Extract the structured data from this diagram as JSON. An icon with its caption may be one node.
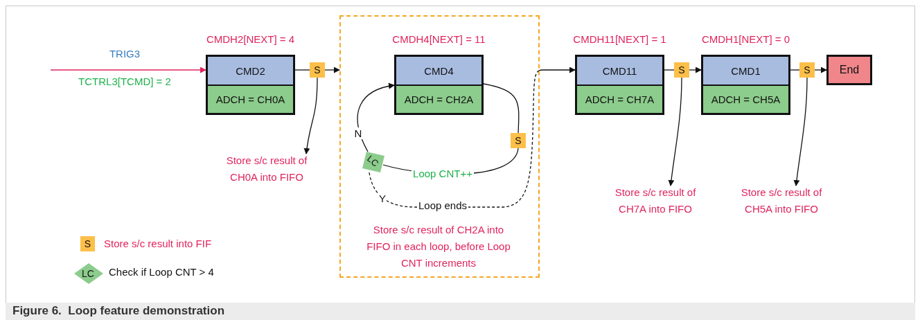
{
  "diagram": {
    "caption": "Figure 6.  Loop feature demonstration",
    "nodes": [
      {
        "text": [
          "CMD2",
          "ADCH = CH0A"
        ],
        "beside": [
          "CMDH2[NEXT] = 4"
        ]
      },
      {
        "text": [
          "S"
        ]
      },
      {
        "text": [],
        "shape": "box"
      },
      {
        "text": [
          "CMD4",
          "ADCH = CH2A"
        ],
        "beside": [
          "CMDH4[NEXT] = 11"
        ],
        "in": 2
      },
      {
        "text": [
          "S"
        ],
        "in": 2
      },
      {
        "text": [
          "LC"
        ],
        "in": 2
      },
      {
        "text": [
          "CMD11",
          "ADCH = CH7A"
        ],
        "beside": [
          "CMDH11[NEXT] = 1"
        ]
      },
      {
        "text": [
          "S"
        ]
      },
      {
        "text": [
          "CMD1",
          "ADCH = CH5A"
        ],
        "beside": [
          "CMDH1[NEXT] = 0"
        ]
      },
      {
        "text": [
          "S"
        ]
      },
      {
        "text": [
          "End"
        ]
      },
      {
        "text": [
          "Store s/c result of CH0A into FIFO"
        ]
      },
      {
        "text": [
          "Store s/c result of CH7A into FIFO"
        ]
      },
      {
        "text": [
          "Store s/c result of CH5A into FIFO"
        ]
      }
    ],
    "edges": [
      {
        "from": null,
        "to": 0,
        "arrow": "to",
        "label": "TRIG3",
        "color": "#e0245e"
      },
      {
        "from": 0,
        "to": 1,
        "arrow": "none"
      },
      {
        "from": 1,
        "to": 2,
        "arrow": "to"
      },
      {
        "from": 1,
        "to": 11,
        "arrow": "to"
      },
      {
        "from": 3,
        "to": 4,
        "arrow": "none"
      },
      {
        "from": 4,
        "to": 5,
        "arrow": "none",
        "label": "Loop CNT++"
      },
      {
        "from": 5,
        "to": 3,
        "arrow": "to",
        "label": "N"
      },
      {
        "from": 5,
        "to": 6,
        "arrow": "to",
        "label": "Loop ends",
        "style": "dashed"
      },
      {
        "from": 6,
        "to": 7,
        "arrow": "none"
      },
      {
        "from": 7,
        "to": 8,
        "arrow": "to"
      },
      {
        "from": 7,
        "to": 12,
        "arrow": "to"
      },
      {
        "from": 8,
        "to": 9,
        "arrow": "none"
      },
      {
        "from": 9,
        "to": 10,
        "arrow": "to"
      },
      {
        "from": 9,
        "to": 13,
        "arrow": "to"
      }
    ],
    "labels": [
      "TCTRL3[TCMD] = 2",
      "Y",
      "Store s/c result of CH2A into FIFO in each loop, before Loop CNT increments",
      "S",
      "LC"
    ],
    "legend": [
      {
        "text": "Store s/c result into FIF"
      },
      {
        "text": "Check if Loop CNT > 4"
      }
    ]
  }
}
